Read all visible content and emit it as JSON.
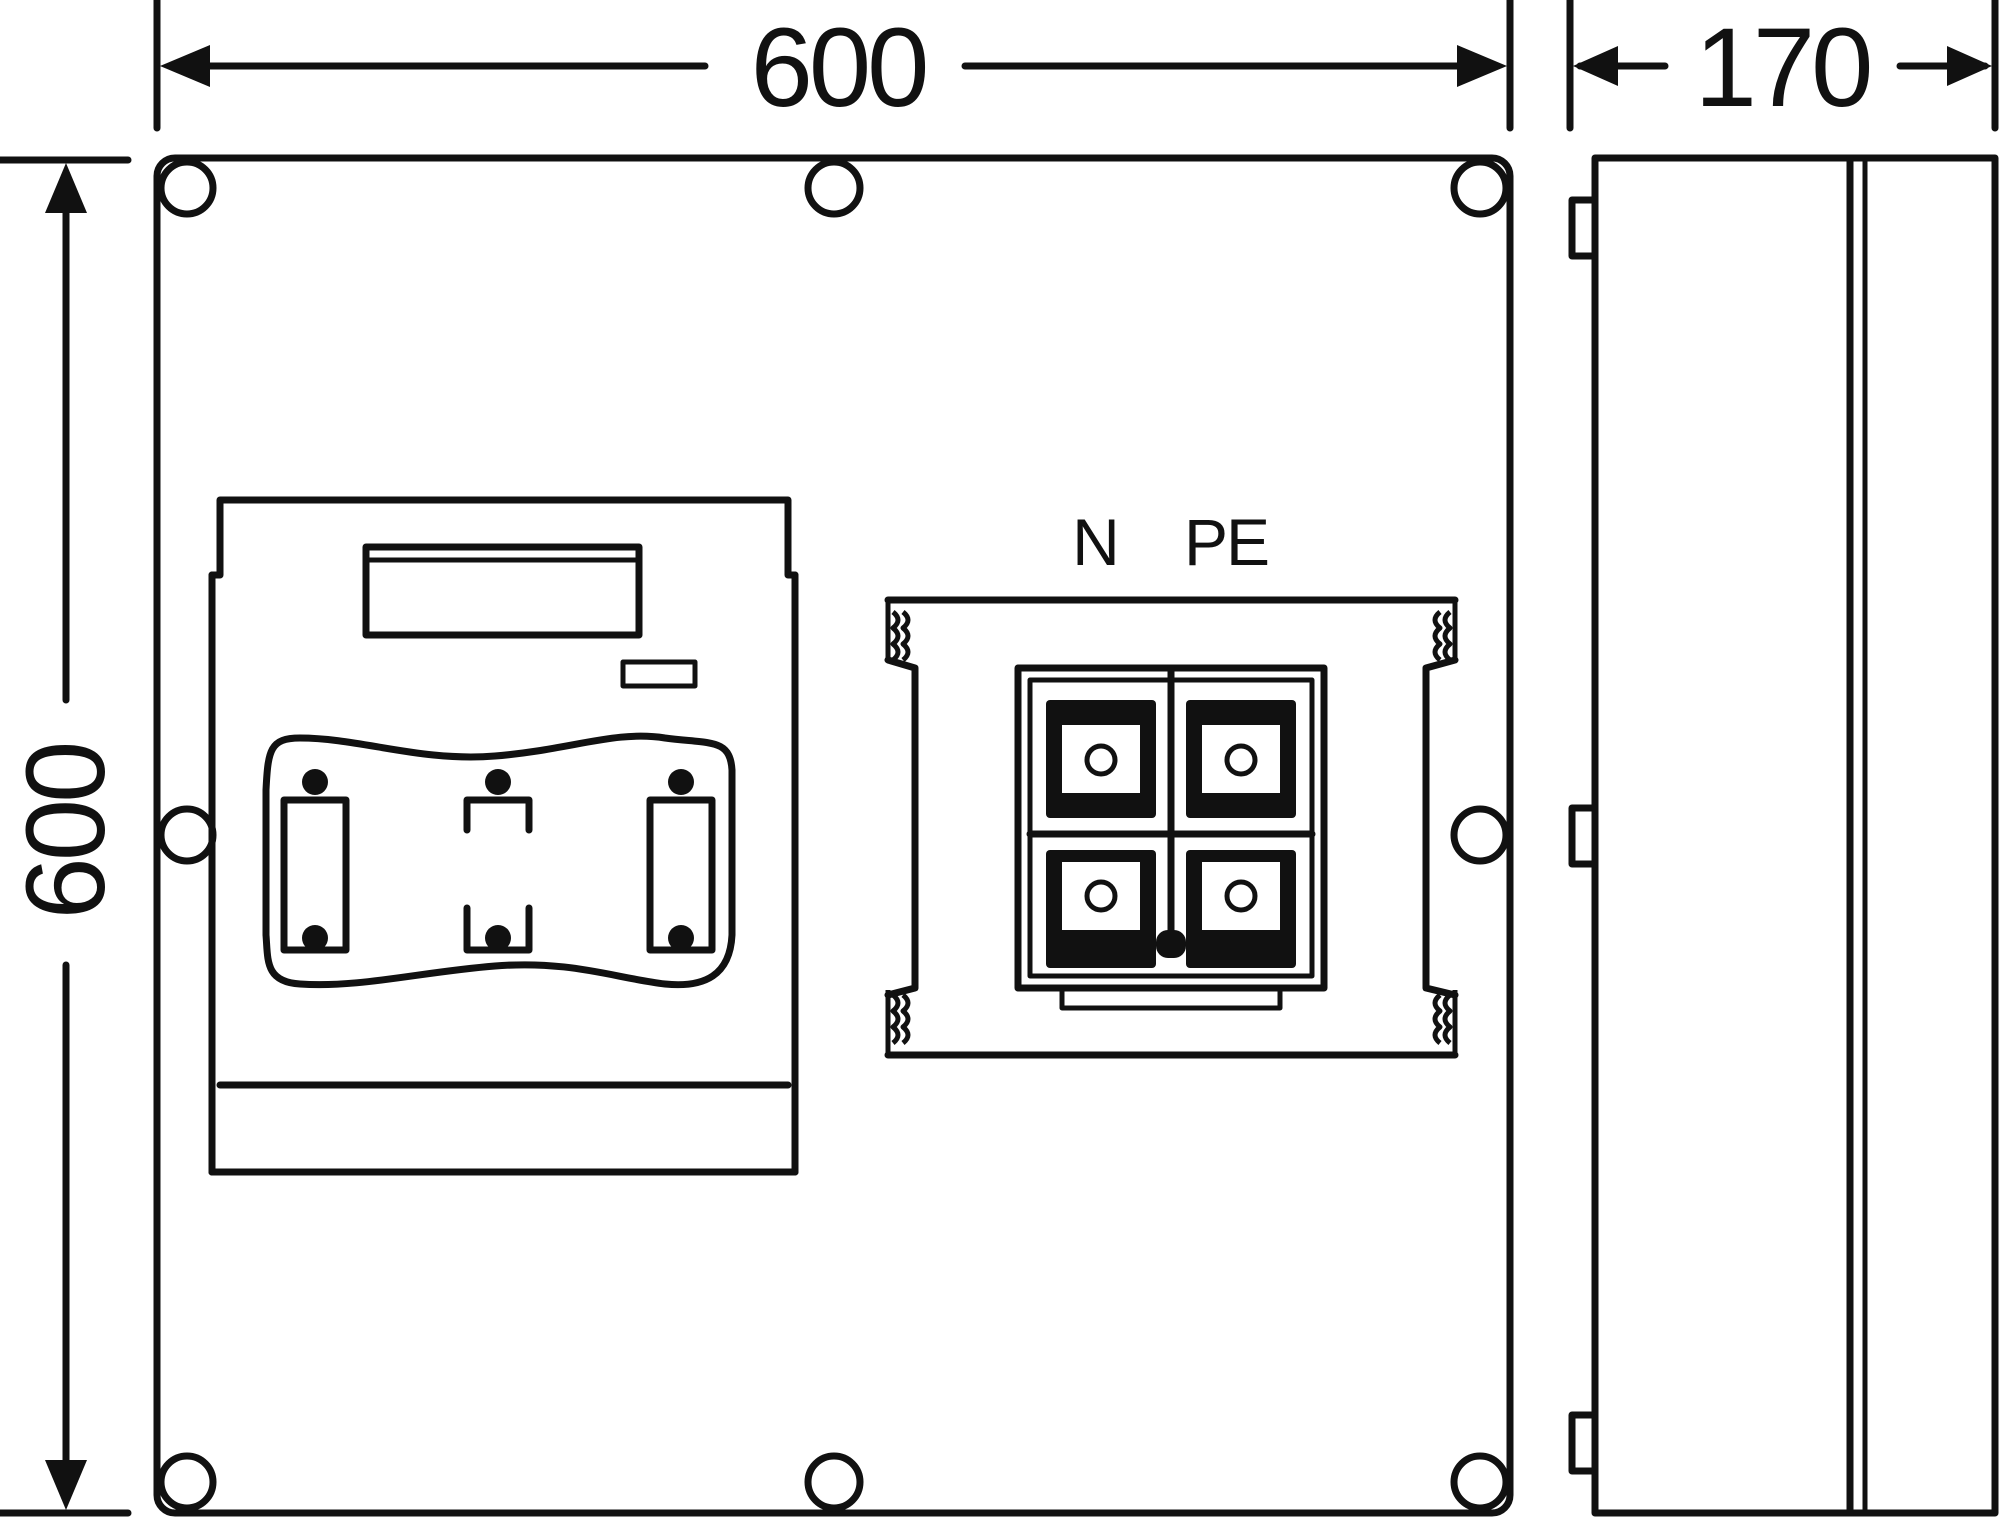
{
  "dimensions": {
    "front_width": "600",
    "front_height": "600",
    "depth": "170"
  },
  "terminal_labels": {
    "neutral": "N",
    "protective_earth": "PE"
  }
}
